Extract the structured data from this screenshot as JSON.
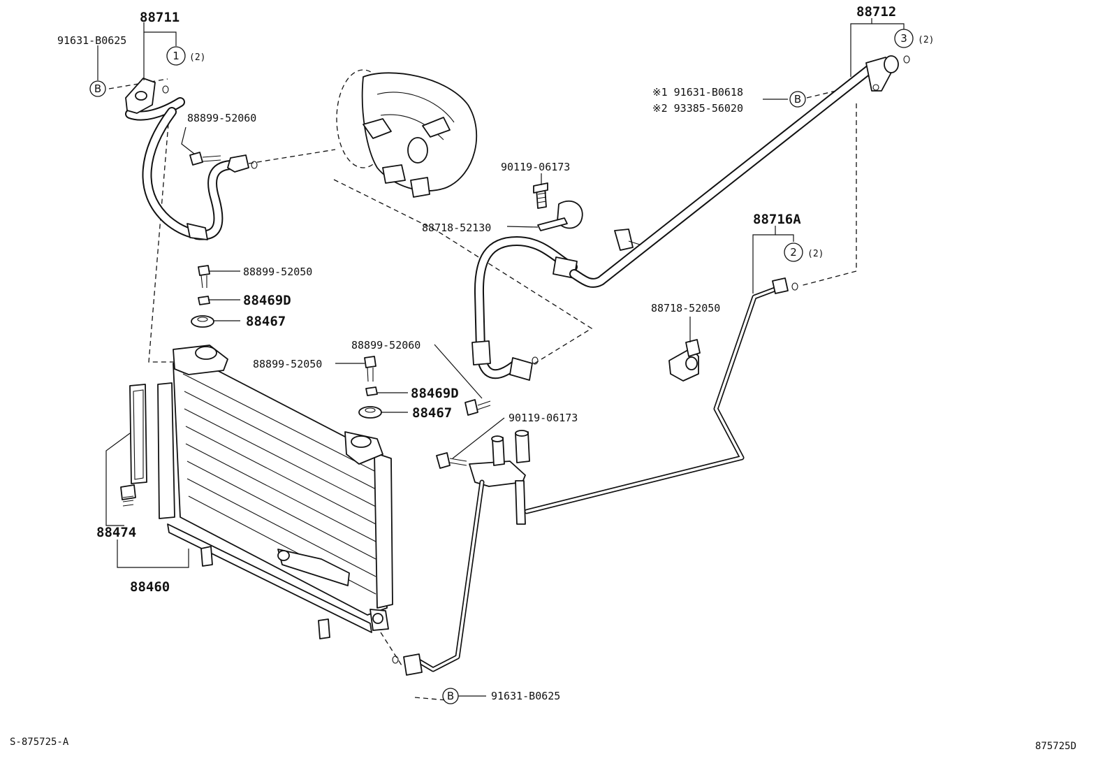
{
  "labels": {
    "p88711": "88711",
    "p91631_B0625_top": "91631-B0625",
    "p88899_52060_top": "88899-52060",
    "p88712": "88712",
    "p91631_B0618": "※1 91631-B0618",
    "p93385_56020": "※2 93385-56020",
    "p90119_06173_top": "90119-06173",
    "p88718_52130": "88718-52130",
    "p88716A": "88716A",
    "p88899_52050_left": "88899-52050",
    "p88469D_left": "88469D",
    "p88467_left": "88467",
    "p88718_52050": "88718-52050",
    "p88899_52060_mid": "88899-52060",
    "p88899_52050_mid": "88899-52050",
    "p88469D_mid": "88469D",
    "p88467_mid": "88467",
    "p90119_06173_mid": "90119-06173",
    "p88474": "88474",
    "p88460": "88460",
    "p91631_B0625_bottom": "91631-B0625"
  },
  "callouts": {
    "c1": "1",
    "c2": "2",
    "c3": "3",
    "qty": "(2)",
    "b": "B"
  },
  "footer": {
    "left_code": "S-875725-A",
    "right_code": "875725D"
  }
}
